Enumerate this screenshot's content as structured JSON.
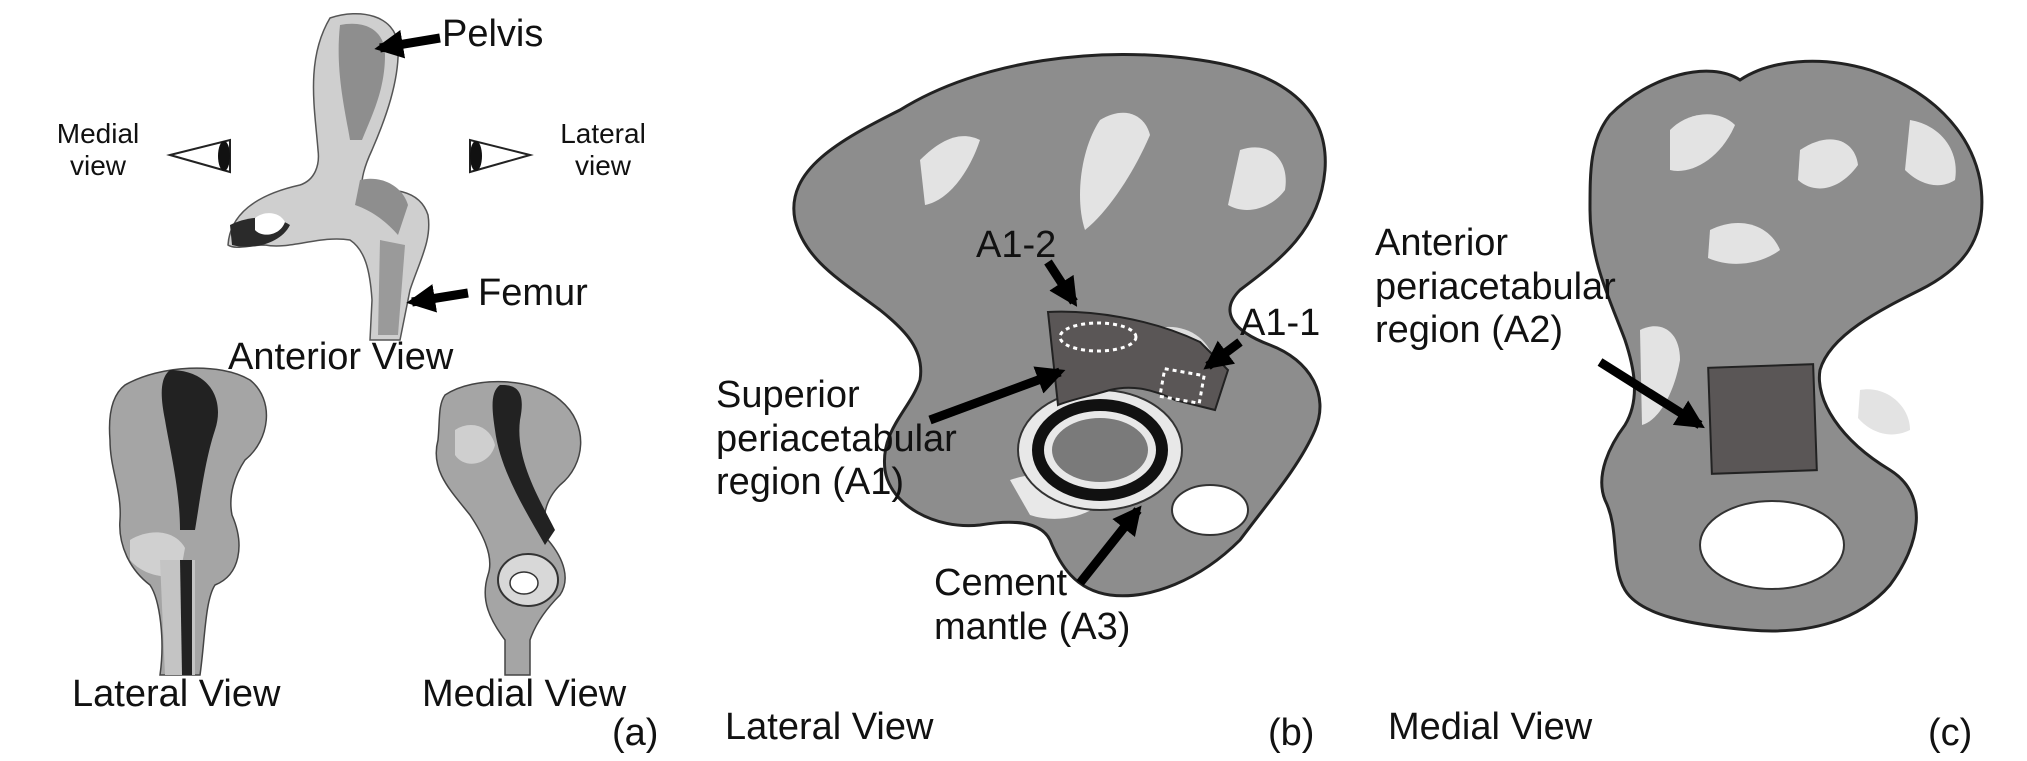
{
  "panel_a": {
    "letter": "(a)",
    "pelvis": "Pelvis",
    "femur": "Femur",
    "medial_view_eye": [
      "Medial",
      "view"
    ],
    "lateral_view_eye": [
      "Lateral",
      "view"
    ],
    "anterior_view": "Anterior View",
    "lateral_view": "Lateral View",
    "medial_view": "Medial View"
  },
  "panel_b": {
    "letter": "(b)",
    "view": "Lateral View",
    "a1_2": "A1-2",
    "a1_1": "A1-1",
    "superior_region": [
      "Superior",
      "periacetabular",
      "region (A1)"
    ],
    "cement_mantle": [
      "Cement",
      "mantle (A3)"
    ]
  },
  "panel_c": {
    "letter": "(c)",
    "view": "Medial View",
    "anterior_region": [
      "Anterior",
      "periacetabular",
      "region (A2)"
    ]
  },
  "colors": {
    "bone_dark": "#8c8c8c",
    "bone_light": "#d6d6d6",
    "bone_shadow": "#2a2a2a",
    "region_fill": "#5a5656",
    "arrow": "#000000"
  }
}
